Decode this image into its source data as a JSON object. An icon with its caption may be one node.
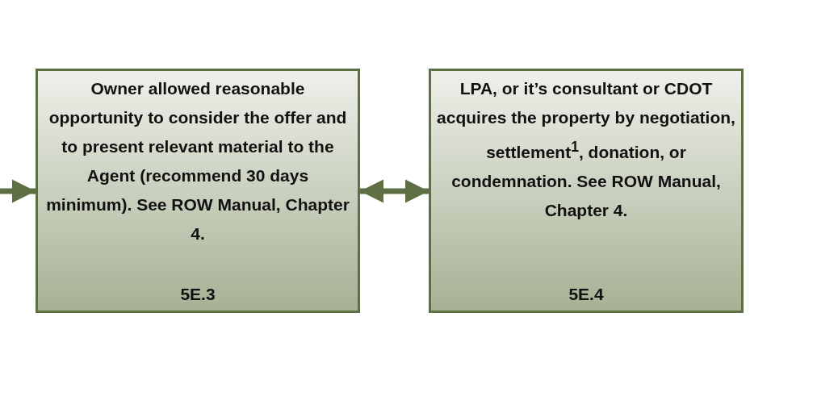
{
  "diagram": {
    "nodes": [
      {
        "text": [
          "Owner allowed reasonable opportunity to consider the offer and to present relevant material to the Agent (recommend 30 days minimum). See ROW Manual, Chapter 4.",
          "5E.3"
        ]
      },
      {
        "text": [
          "LPA, or it’s consultant or CDOT acquires the property by negotiation, settlement$^{1}$, donation, or condemnation. See ROW Manual, Chapter 4.",
          "5E.4"
        ]
      }
    ],
    "edges": [
      {
        "from": null,
        "to": 0,
        "arrow": "to"
      },
      {
        "from": 0,
        "to": 1,
        "arrow": "both"
      }
    ]
  }
}
